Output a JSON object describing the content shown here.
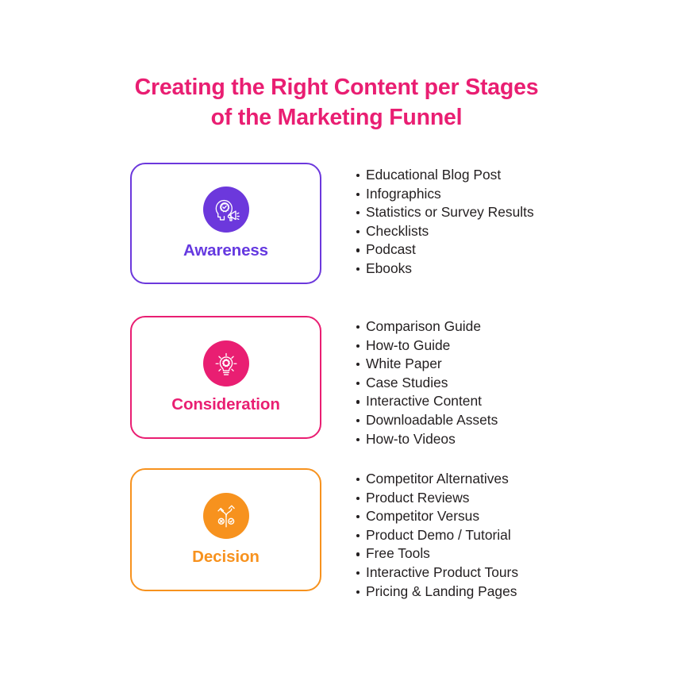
{
  "title": {
    "line1": "Creating the Right Content per Stages",
    "line2": "of the Marketing Funnel",
    "color": "#E91E72"
  },
  "stages": [
    {
      "label": "Awareness",
      "icon": "head-brain-megaphone-icon",
      "accent_color": "#6C38DC",
      "label_color": "#6539E0",
      "items": [
        "Educational Blog Post",
        "Infographics",
        "Statistics or Survey Results",
        "Checklists",
        "Podcast",
        "Ebooks"
      ]
    },
    {
      "label": "Consideration",
      "icon": "lightbulb-gear-icon",
      "accent_color": "#E91E72",
      "label_color": "#E91E72",
      "items": [
        "Comparison Guide",
        "How-to Guide",
        "White Paper",
        "Case Studies",
        "Interactive Content",
        "Downloadable Assets",
        "How-to Videos"
      ]
    },
    {
      "label": "Decision",
      "icon": "forked-road-choice-icon",
      "accent_color": "#F7921E",
      "label_color": "#F7921E",
      "items": [
        "Competitor Alternatives",
        "Product Reviews",
        "Competitor Versus",
        "Product Demo / Tutorial",
        "Free Tools",
        "Interactive Product Tours",
        "Pricing & Landing Pages"
      ]
    }
  ]
}
